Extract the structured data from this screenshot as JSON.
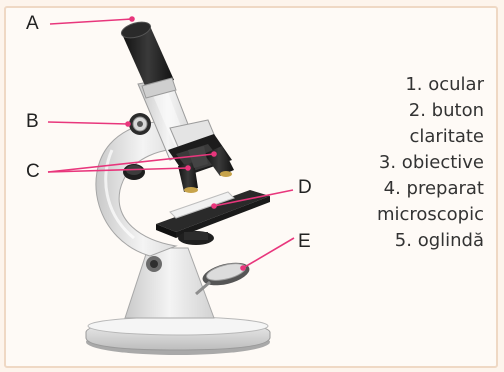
{
  "labels": {
    "a": "A",
    "b": "B",
    "c": "C",
    "d": "D",
    "e": "E"
  },
  "legend": [
    "1. ocular",
    "2. buton",
    "claritate",
    "3. obiective",
    "4. preparat",
    "microscopic",
    "5. oglindă"
  ],
  "colors": {
    "pointer": "#e8367c",
    "frame": "#fdf4ec",
    "border": "#efd8c4"
  }
}
